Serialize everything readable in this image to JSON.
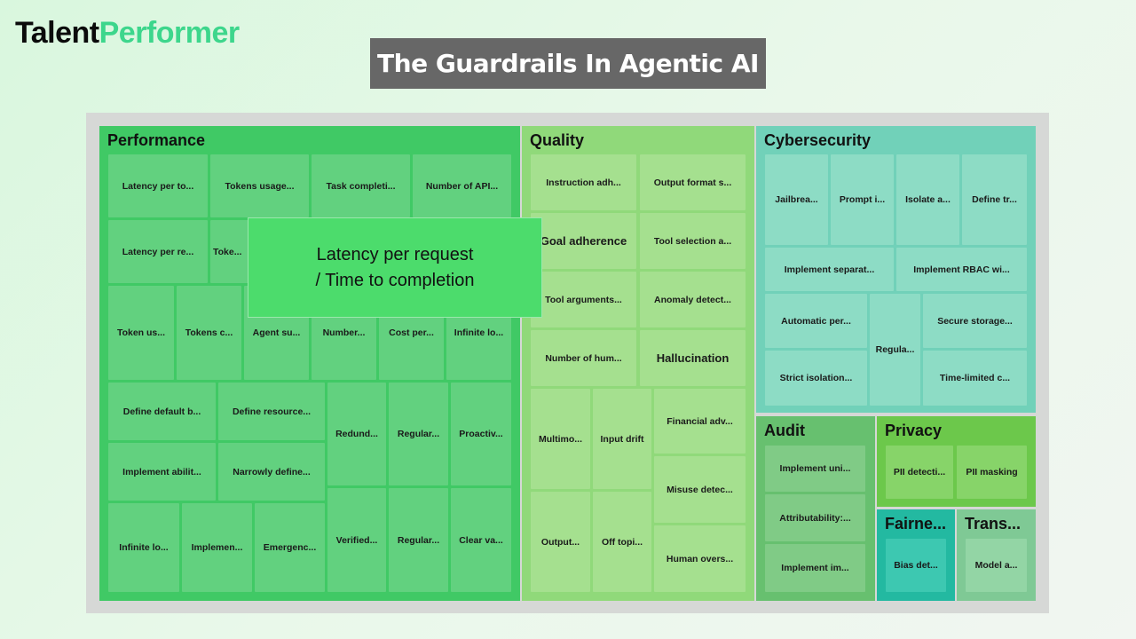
{
  "brand": {
    "part1": "Talent",
    "part2": "Performer",
    "color1": "#0b0b0b",
    "color2": "#3dd68c"
  },
  "title": "The Guardrails In Agentic AI",
  "tooltip": {
    "text": "Latency per request / Time to completion"
  },
  "groups": [
    {
      "title": "Performance",
      "color": "#40c965",
      "cell_color": "#62d17f",
      "cells": [
        "Latency per to...",
        "Tokens usage...",
        "Task completi...",
        "Number of API...",
        "Latency per re...",
        "Toke...",
        "",
        "",
        "Token us...",
        "Tokens c...",
        "Agent su...",
        "Number...",
        "Cost per...",
        "Infinite lo...",
        "Define default b...",
        "Define resource...",
        "Implement abilit...",
        "Narrowly define...",
        "Infinite lo...",
        "Implemen...",
        "Emergenc...",
        "Redund...",
        "Regular...",
        "Proactiv...",
        "Verified...",
        "Regular...",
        "Clear va..."
      ]
    },
    {
      "title": "Quality",
      "color": "#90d97a",
      "cell_color": "#a5e08f",
      "cells": [
        "Instruction adh...",
        "Output format s...",
        "Goal adherence",
        "Tool selection a...",
        "Tool arguments...",
        "Anomaly detect...",
        "Number of hum...",
        "Hallucination",
        "Multimo...",
        "Input drift",
        "Output...",
        "Off topi...",
        "Financial adv...",
        "Misuse detec...",
        "Human overs..."
      ]
    },
    {
      "title": "Cybersecurity",
      "color": "#71d1b9",
      "cell_color": "#8ddcc5",
      "cells": [
        "Jailbrea...",
        "Prompt i...",
        "Isolate a...",
        "Define tr...",
        "Implement separat...",
        "Implement RBAC wi...",
        "Automatic per...",
        "Strict isolation...",
        "Regula...",
        "Secure storage...",
        "Time-limited c..."
      ]
    },
    {
      "title": "Audit",
      "color": "#67c06f",
      "cell_color": "#80cb86",
      "cells": [
        "Implement uni...",
        "Attributability:...",
        "Implement im..."
      ]
    },
    {
      "title": "Privacy",
      "color": "#6cc84b",
      "cell_color": "#87d469",
      "cells": [
        "PII detecti...",
        "PII masking"
      ]
    },
    {
      "title": "Fairne...",
      "color": "#23b9a1",
      "cell_color": "#3dc8b1",
      "cells": [
        "Bias det..."
      ]
    },
    {
      "title": "Trans...",
      "color": "#7fc995",
      "cell_color": "#93d5a5",
      "cells": [
        "Model a..."
      ]
    }
  ]
}
